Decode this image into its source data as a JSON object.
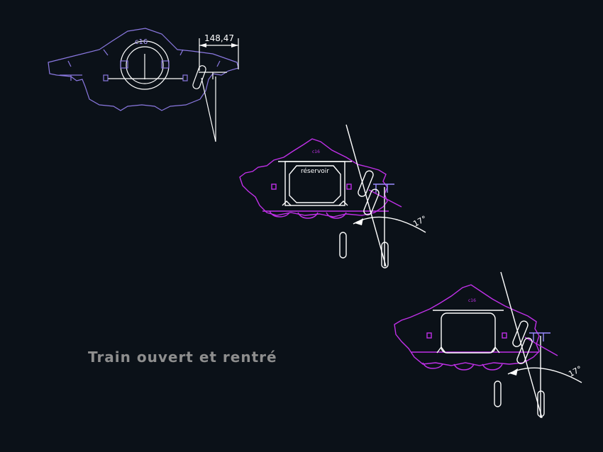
{
  "drawing": {
    "background": "#0b1118",
    "colors": {
      "outline_view1": "#8a78e0",
      "outline_views": "#c030e8",
      "ink": "#ffffff",
      "caption": "#8e8e8e",
      "dim_text": "#ffffff",
      "label_text": "#b0a0ff"
    },
    "views": {
      "top": {
        "label": "c16",
        "dimension": "148,47"
      },
      "middle": {
        "label": "c16",
        "reservoir": "réservoir",
        "angle": "17°"
      },
      "bottom": {
        "label": "c16",
        "angle": "17°"
      }
    },
    "caption": "Train ouvert et rentré"
  }
}
